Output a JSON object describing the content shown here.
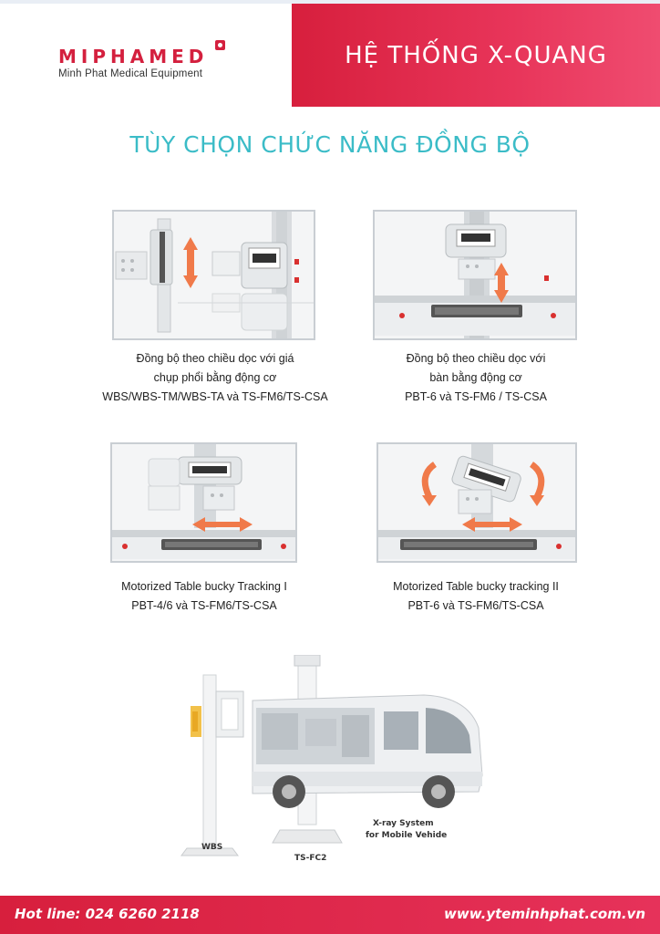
{
  "header": {
    "title": "HỆ THỐNG X-QUANG",
    "logo_name": "MIPHAMED",
    "logo_sub": "Minh Phat Medical Equipment"
  },
  "section_title": "TÙY CHỌN CHỨC NĂNG ĐỒNG BỘ",
  "options": [
    {
      "lines": [
        "Đồng bộ theo chiều dọc với giá",
        "chụp phổi bằng động cơ",
        "WBS/WBS-TM/WBS-TA và TS-FM6/TS-CSA"
      ]
    },
    {
      "lines": [
        "Đồng bộ theo chiều dọc với",
        "bàn bằng động cơ",
        "PBT-6 và TS-FM6 / TS-CSA"
      ]
    },
    {
      "lines": [
        "Motorized Table bucky Tracking I",
        "PBT-4/6 và TS-FM6/TS-CSA"
      ]
    },
    {
      "lines": [
        "Motorized Table bucky tracking II",
        "PBT-6 và TS-FM6/TS-CSA"
      ]
    }
  ],
  "illustration": {
    "label_wbs": "WBS",
    "label_tsfc2": "TS-FC2",
    "label_mobile_1": "X-ray System",
    "label_mobile_2": "for Mobile Vehide"
  },
  "footer": {
    "hotline": "Hot line: 024 6260 2118",
    "website": "www.yteminhphat.com.vn"
  },
  "colors": {
    "brand_red": "#d71f3d",
    "title_teal": "#3bbcc7",
    "arrow_orange": "#f07a4a"
  }
}
